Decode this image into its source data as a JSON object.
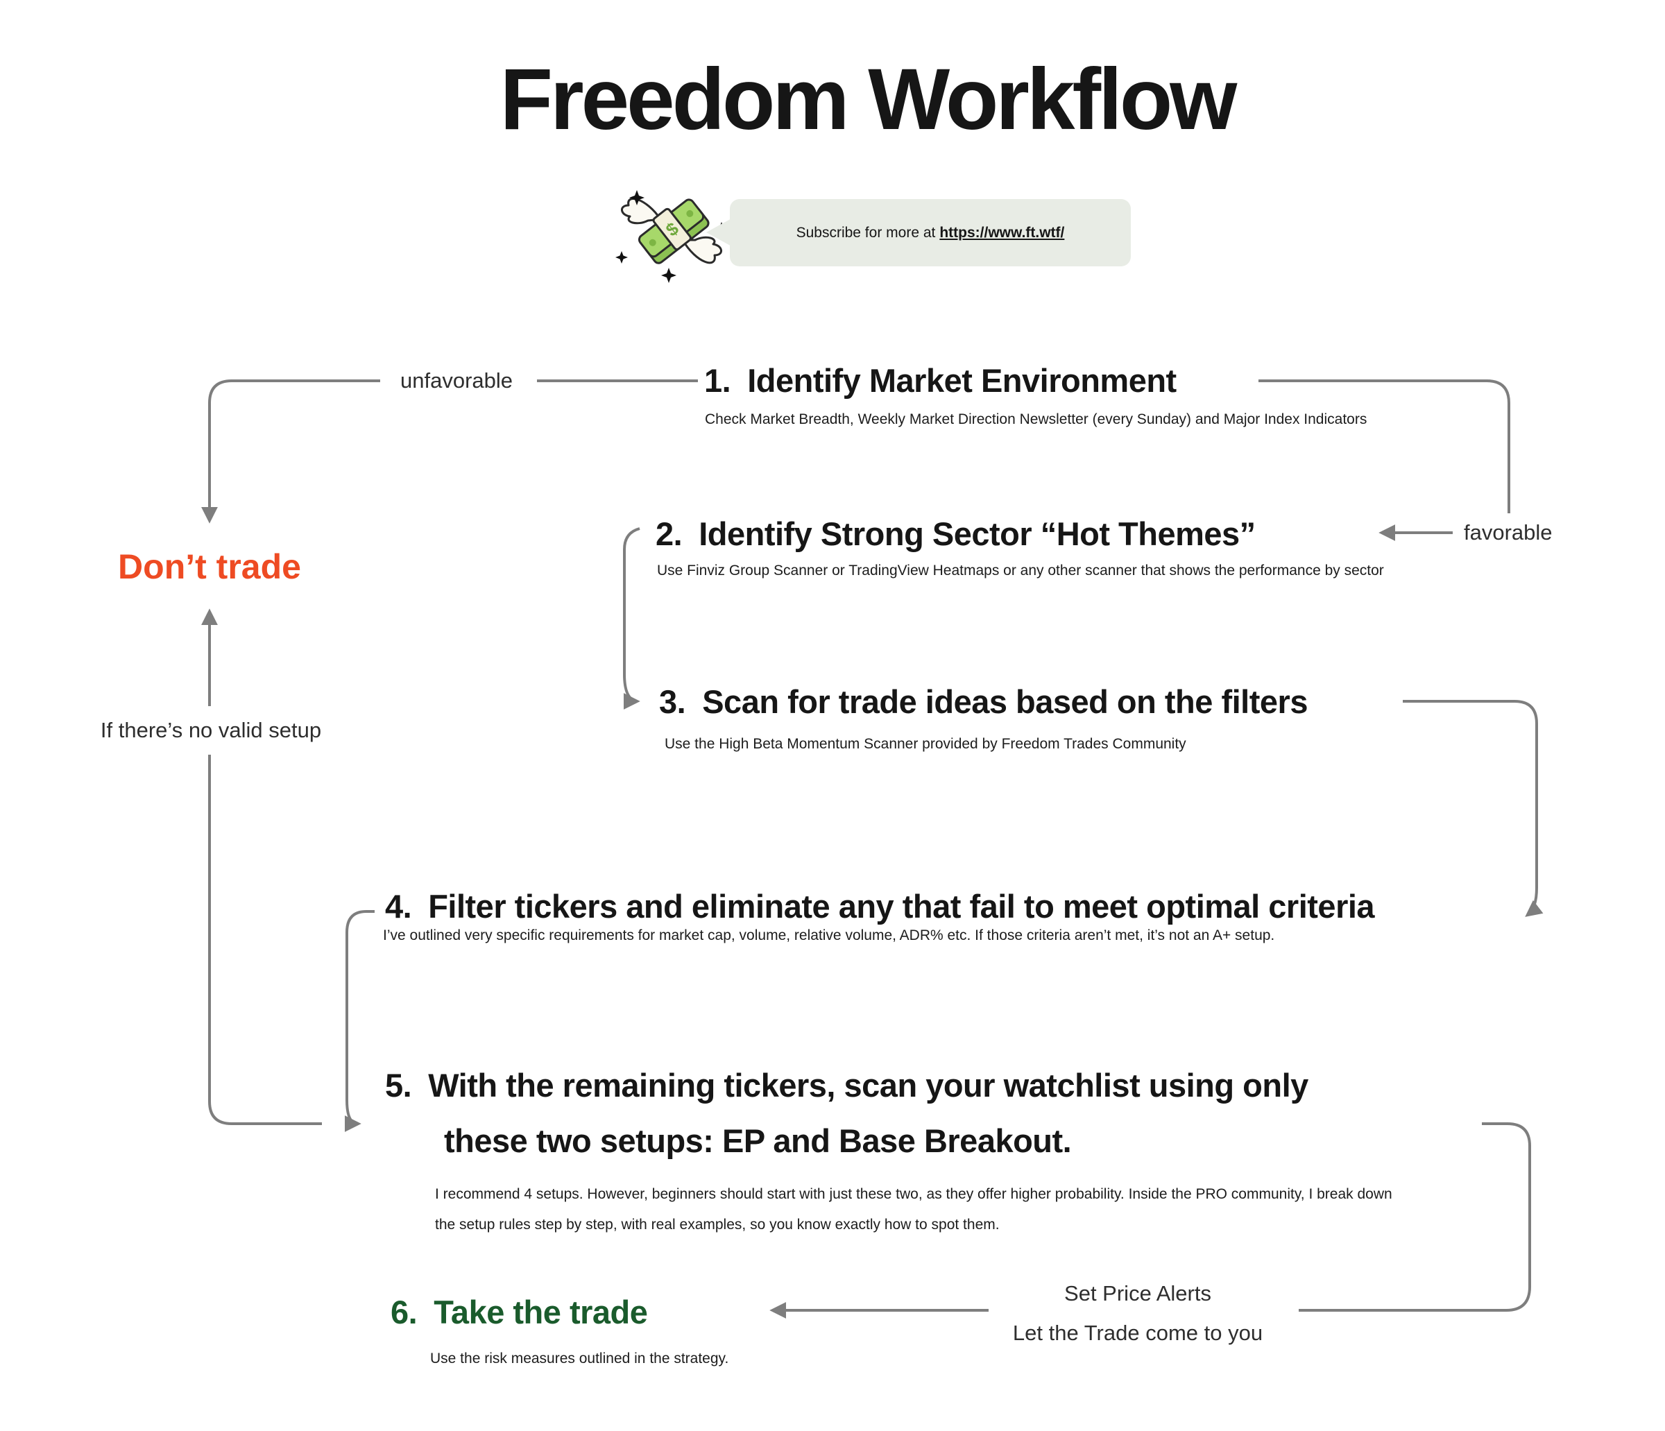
{
  "title": "Freedom Workflow",
  "subscribe": {
    "text_prefix": "Subscribe for more at",
    "link": "https://www.ft.wtf/",
    "icon_symbol": "$"
  },
  "steps": [
    {
      "number": "1.",
      "title": "Identify Market Environment",
      "subtitle": "Check Market Breadth, Weekly Market Direction Newsletter (every Sunday) and Major Index Indicators"
    },
    {
      "number": "2.",
      "title": "Identify Strong Sector “Hot Themes”",
      "subtitle": "Use Finviz Group Scanner or TradingView Heatmaps or any other scanner that shows the performance by sector"
    },
    {
      "number": "3.",
      "title": "Scan for trade ideas based on the filters",
      "subtitle": "Use the High Beta Momentum Scanner provided by Freedom Trades Community"
    },
    {
      "number": "4.",
      "title": "Filter tickers and eliminate any that fail to meet optimal criteria",
      "subtitle": "I’ve outlined very specific requirements for market cap, volume, relative volume, ADR% etc. If those criteria aren’t met, it’s not an A+ setup."
    },
    {
      "number": "5.",
      "title_line1": "With the remaining tickers, scan your watchlist using only",
      "title_line2": "these two setups: EP and Base Breakout.",
      "subtitle_line1": "I recommend 4 setups. However, beginners should start with just these two, as they offer higher probability. Inside the PRO community, I break down",
      "subtitle_line2": "the setup rules step by step, with real examples, so you know exactly how to spot them."
    },
    {
      "number": "6.",
      "title": "Take the trade",
      "subtitle": "Use the risk measures outlined in the strategy."
    }
  ],
  "labels": {
    "unfavorable": "unfavorable",
    "favorable": "favorable",
    "dont_trade": "Don’t trade",
    "no_valid_setup": "If there’s no valid setup",
    "set_price_alerts": "Set Price Alerts",
    "let_trade_come": "Let the Trade come to you"
  },
  "colors": {
    "line": "#7E7E7E",
    "text": "#161616",
    "label": "#2E2E2E",
    "dont_trade": "#EE4B23",
    "take_trade": "#1A5B2C",
    "bubble_bg": "#E8ECE5"
  }
}
